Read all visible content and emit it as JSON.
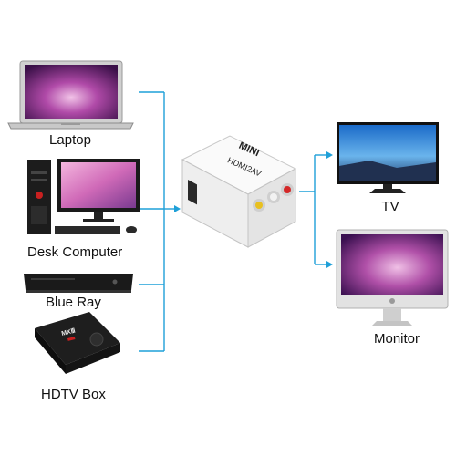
{
  "sources": [
    {
      "name": "Laptop"
    },
    {
      "name": "Desk Computer"
    },
    {
      "name": "Blue Ray"
    },
    {
      "name": "HDTV Box"
    }
  ],
  "converter": {
    "brand": "MINI",
    "model": "HDMI2AV"
  },
  "box_brand": "MXⅢ",
  "outputs": [
    {
      "name": "TV"
    },
    {
      "name": "Monitor"
    }
  ],
  "colors": {
    "connector": "#1fa0d8",
    "rca_red": "#d42828",
    "rca_white": "#f2f2f2",
    "rca_yellow": "#e8c020"
  }
}
